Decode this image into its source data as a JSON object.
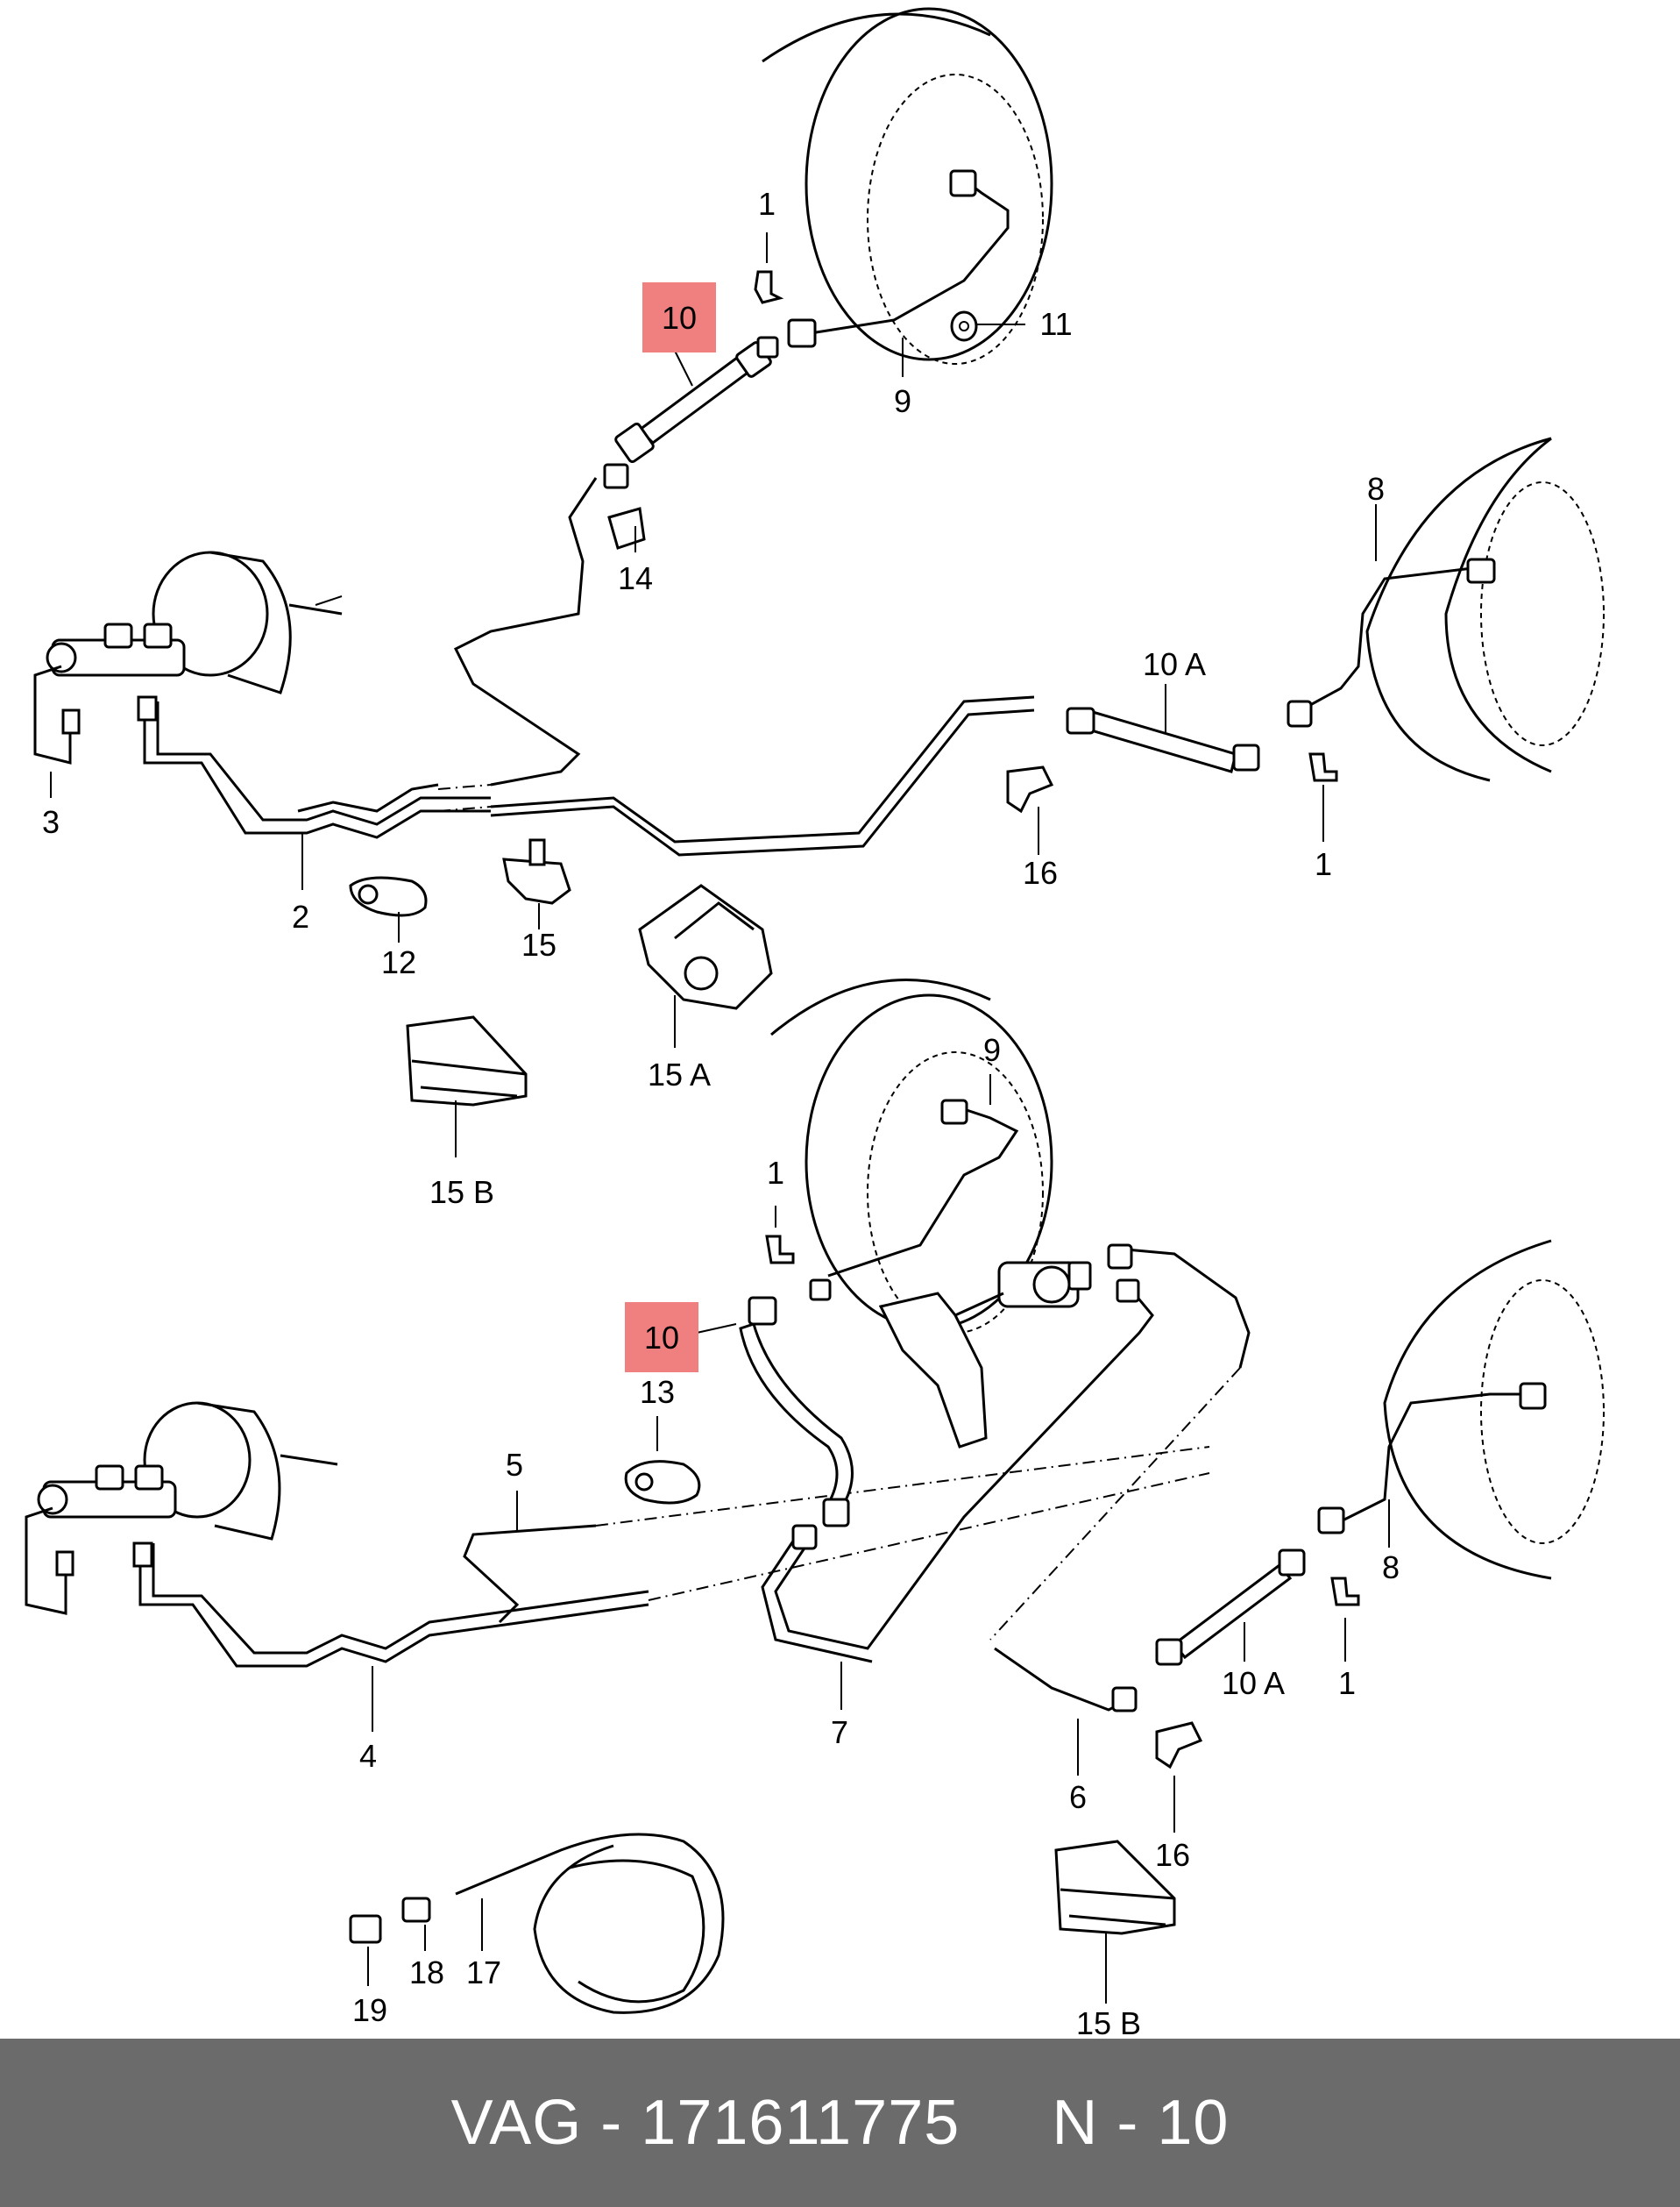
{
  "footer": {
    "text": "VAG - 171611775     N - 10"
  },
  "highlight": {
    "color": "#f08080"
  },
  "callouts": [
    "1",
    "9",
    "11",
    "10",
    "14",
    "8",
    "3",
    "2",
    "12",
    "15",
    "10 A",
    "16",
    "1",
    "15 A",
    "15 B",
    "9",
    "1",
    "10",
    "13",
    "5",
    "4",
    "7",
    "6",
    "8",
    "10 A",
    "1",
    "16",
    "17",
    "18",
    "19",
    "15 B"
  ]
}
